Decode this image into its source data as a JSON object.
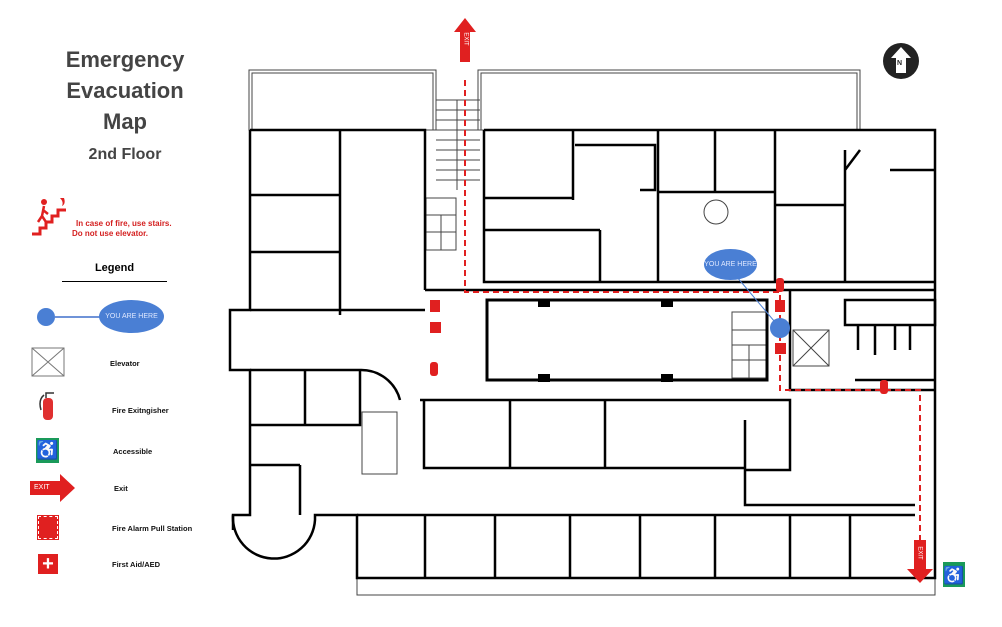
{
  "header": {
    "title_lines": [
      "Emergency",
      "Evacuation",
      "Map"
    ],
    "floor": "2nd Floor"
  },
  "warning": {
    "line1": "In case of fire, use stairs.",
    "line2": "Do not use elevator."
  },
  "legend": {
    "title": "Legend",
    "you_are_here": "YOU ARE HERE",
    "items": [
      "Elevator",
      "Fire Exitngisher",
      "Accessible",
      "Exit",
      "Fire Alarm Pull Station",
      "First Aid/AED"
    ],
    "exit_sign": "EXIT"
  },
  "map": {
    "you_are_here": "YOU ARE HERE",
    "exit_label": "EXIT",
    "north_label": "N"
  },
  "colors": {
    "route": "#e02020",
    "marker": "#4a7fd4",
    "accessible": "#1a9a5a"
  }
}
